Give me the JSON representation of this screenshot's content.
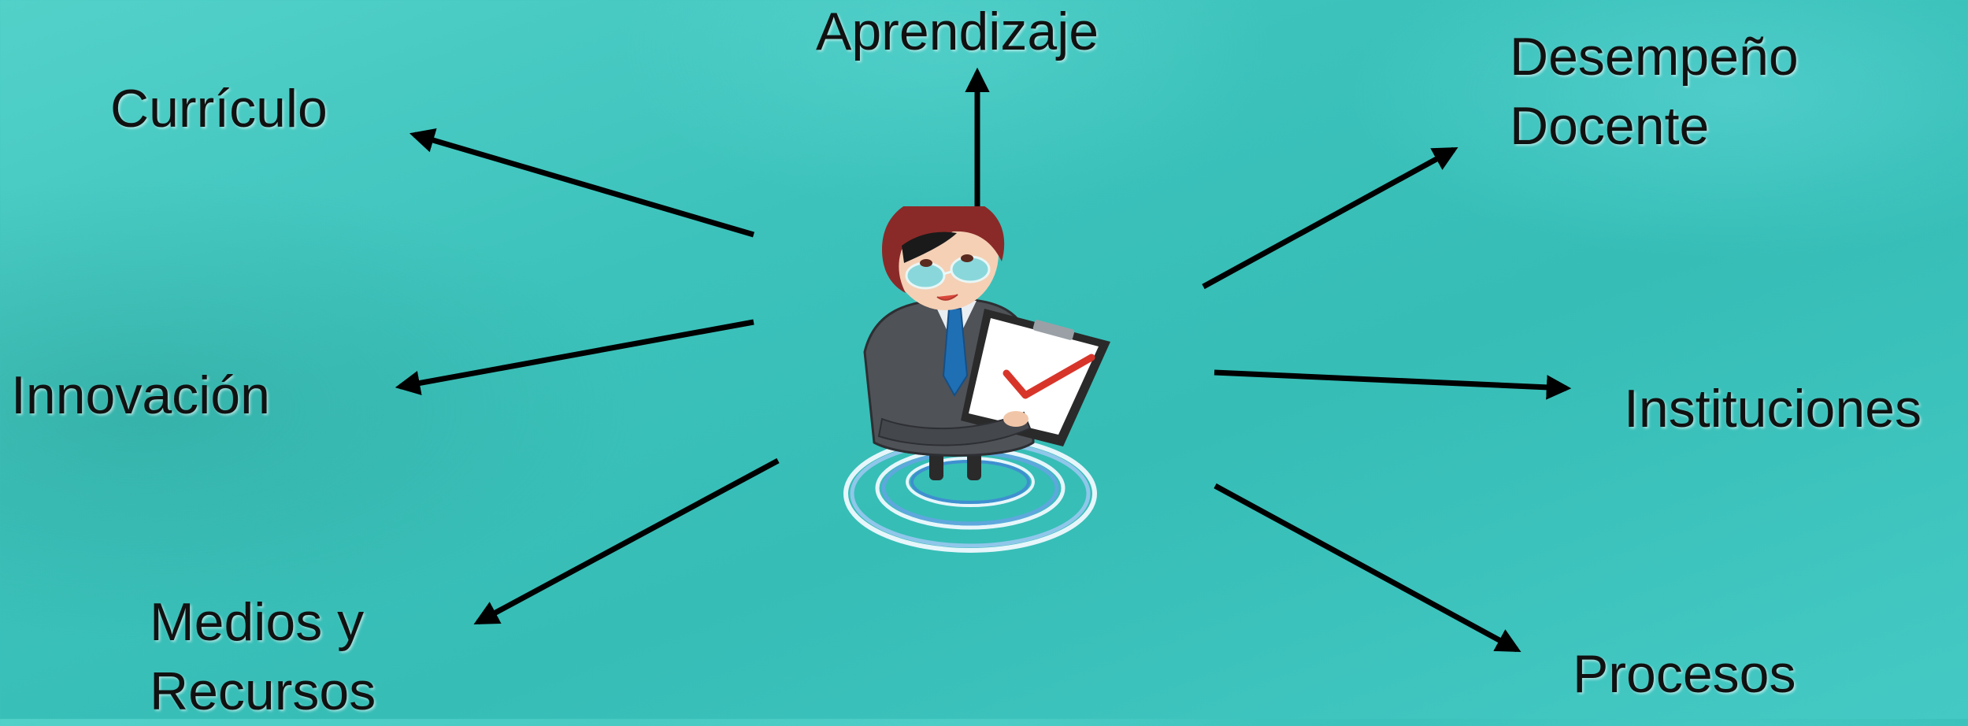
{
  "labels": {
    "aprendizaje": "Aprendizaje",
    "curriculo": "Currículo",
    "desempeno_line1": "Desempeño",
    "desempeno_line2": "Docente",
    "innovacion": "Innovación",
    "instituciones": "Instituciones",
    "medios_line1": "Medios y",
    "medios_line2": "Recursos",
    "procesos": "Procesos"
  },
  "colors": {
    "background": "#3cc2bb",
    "text": "#111111",
    "arrow": "#000000"
  },
  "center_icon": "teacher-with-clipboard-icon"
}
